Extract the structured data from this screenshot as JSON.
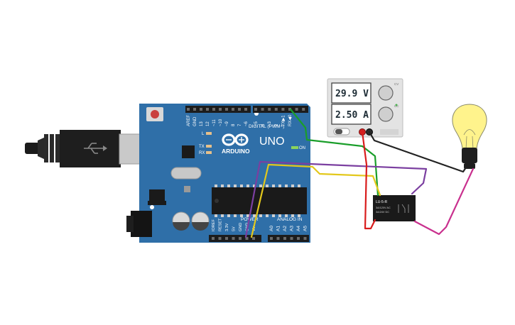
{
  "arduino": {
    "brand": "ARDUINO",
    "model": "UNO",
    "on_label": "ON",
    "l_label": "L",
    "tx_label": "TX",
    "rx_label": "RX",
    "digital_header": "DIGITAL (PWM~)",
    "analog_header": "ANALOG IN",
    "power_header": "POWER",
    "top_pins": [
      "AREF",
      "GND",
      "13",
      "12",
      "~11",
      "~10",
      "~9",
      "8",
      "7",
      "~6",
      "~5",
      "4",
      "~3",
      "2",
      "TX▶1",
      "RX◀0"
    ],
    "power_pins": [
      "IOREF",
      "RESET",
      "3.3V",
      "5V",
      "GND",
      "GND",
      "Vin"
    ],
    "analog_pins": [
      "A0",
      "A1",
      "A2",
      "A3",
      "A4",
      "A5"
    ]
  },
  "power_supply": {
    "voltage": "29.9 V",
    "current": "2.50 A",
    "knob_label_top": "CV",
    "knob_label_bottom": "CC"
  },
  "relay": {
    "title": "LU-5-R",
    "rating_ac": "3A/120V AC",
    "rating_dc": "3A/24V DC"
  },
  "colors": {
    "board": "#2f6fa8",
    "wire_green": "#1a9e2a",
    "wire_purple": "#7b3fa0",
    "wire_yellow": "#e3c81c",
    "wire_red": "#d91c1c",
    "wire_black": "#222222",
    "wire_magenta": "#c9308e"
  }
}
